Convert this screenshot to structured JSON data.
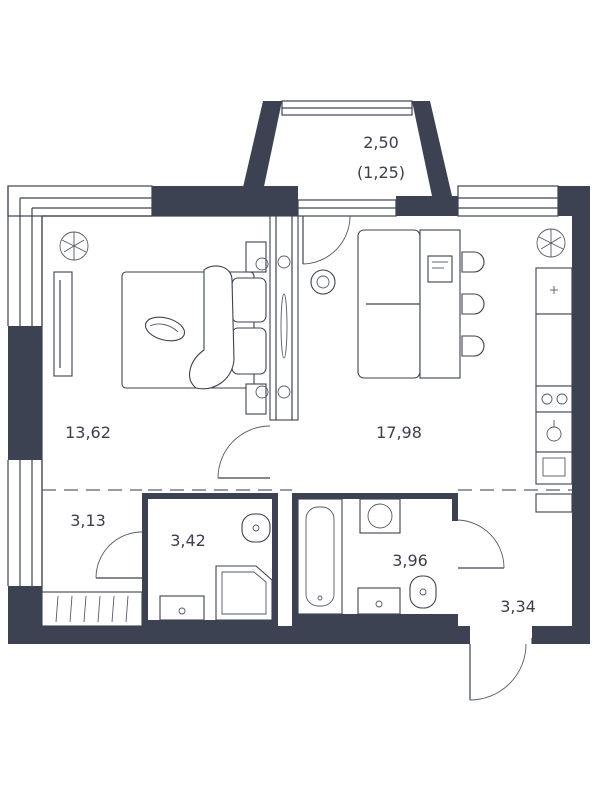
{
  "rooms": {
    "balcony_area": "2,50",
    "balcony_reduced_area": "(1,25)",
    "bedroom_area": "13,62",
    "living_kitchen_area": "17,98",
    "wardrobe_area": "3,13",
    "shower_room_area": "3,42",
    "bathroom_area": "3,96",
    "hallway_area": "3,34"
  },
  "icons": [
    "plant-icon",
    "bed-icon",
    "sofa-icon",
    "dining-table-icon",
    "chair-icon",
    "hob-icon",
    "oven-icon",
    "washing-machine-icon",
    "toilet-icon",
    "sink-icon",
    "shower-tray-icon",
    "bathtub-icon",
    "door-swing-icon"
  ],
  "colors": {
    "wall": "#3d4252",
    "line": "#3d4252",
    "text": "#3b3f4d",
    "background": "#ffffff"
  }
}
